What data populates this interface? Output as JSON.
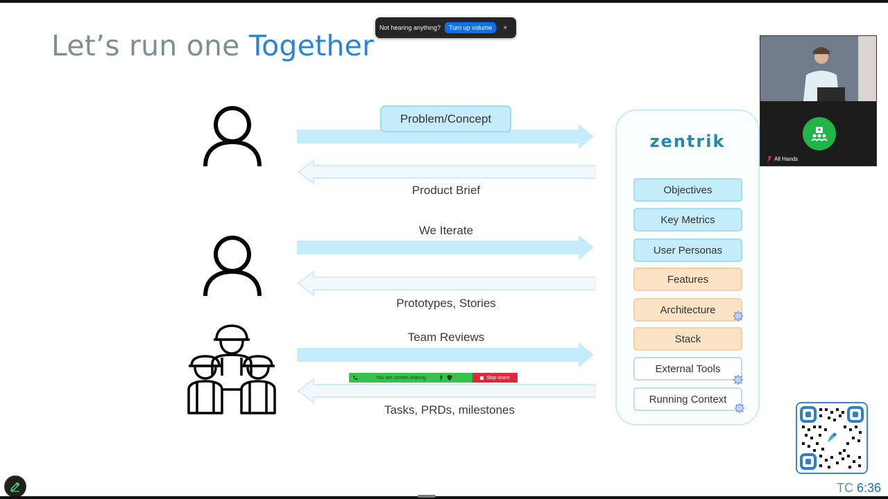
{
  "slide": {
    "title_plain": "Let’s run one",
    "title_accent": "Together"
  },
  "flow": {
    "concept_pill": "Problem/Concept",
    "product_brief": "Product Brief",
    "we_iterate": "We Iterate",
    "prototypes_stories": "Prototypes, Stories",
    "team_reviews": "Team Reviews",
    "tasks_prds": "Tasks, PRDs, milestones"
  },
  "panel": {
    "brand": "zentrik",
    "items": [
      {
        "label": "Objectives",
        "style": "blue"
      },
      {
        "label": "Key Metrics",
        "style": "blue"
      },
      {
        "label": "User Personas",
        "style": "blue"
      },
      {
        "label": "Features",
        "style": "orange"
      },
      {
        "label": "Architecture",
        "style": "orange"
      },
      {
        "label": "Stack",
        "style": "orange"
      },
      {
        "label": "External Tools",
        "style": "white"
      },
      {
        "label": "Running Context",
        "style": "white"
      }
    ]
  },
  "toast": {
    "message": "Not hearing anything?",
    "button": "Turn up volume",
    "close": "×"
  },
  "video": {
    "room_name": "All Hands"
  },
  "screen_share": {
    "status": "You are screen sharing",
    "stop": "Stop share"
  },
  "timer": {
    "prefix": "TC",
    "time": "6:36"
  },
  "colors": {
    "accent": "#2a84d6",
    "arrow": "#c5ecfa",
    "panel_blue": "#c5ecfa",
    "panel_orange": "#fde3c6",
    "share_green": "#35c24a",
    "share_red": "#e0283a",
    "room_green": "#22b34b"
  },
  "icons": {
    "person": "person-outline-icon",
    "workers": "construction-workers-icon",
    "pen": "pen-icon",
    "qr": "qr-code-icon"
  }
}
